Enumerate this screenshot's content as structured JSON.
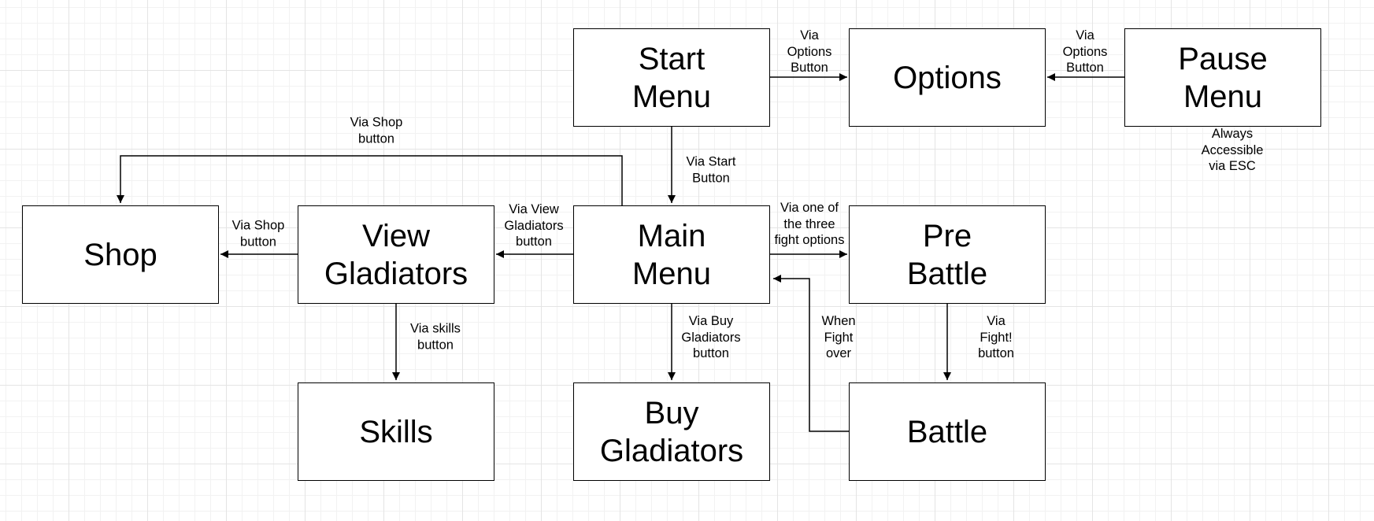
{
  "diagram": {
    "nodes": {
      "start_menu": "Start\nMenu",
      "options": "Options",
      "pause_menu": "Pause\nMenu",
      "shop": "Shop",
      "view_gladiators": "View\nGladiators",
      "main_menu": "Main\nMenu",
      "pre_battle": "Pre\nBattle",
      "skills": "Skills",
      "buy_gladiators": "Buy\nGladiators",
      "battle": "Battle"
    },
    "edge_labels": {
      "start_to_options": "Via\nOptions\nButton",
      "pause_to_options": "Via\nOptions\nButton",
      "pause_note": "Always\nAccessible\nvia ESC",
      "main_to_shop": "Via Shop\nbutton",
      "start_to_main": "Via Start\nButton",
      "view_to_shop": "Via Shop\nbutton",
      "main_to_view": "Via View\nGladiators\nbutton",
      "main_to_pre": "Via one of\nthe three\nfight options",
      "view_to_skills": "Via skills\nbutton",
      "main_to_buy": "Via Buy\nGladiators\nbutton",
      "battle_to_main": "When\nFight\nover",
      "pre_to_battle": "Via\nFight!\nbutton"
    }
  }
}
